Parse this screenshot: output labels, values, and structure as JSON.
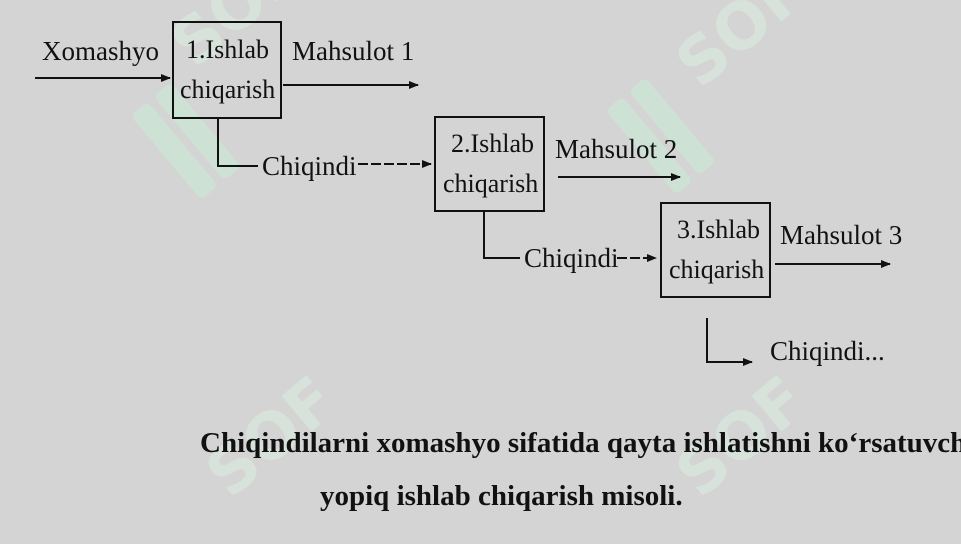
{
  "diagram": {
    "input_label": "Xomashyo",
    "steps": [
      {
        "line1": "1.Ishlab",
        "line2": "chiqarish",
        "product": "Mahsulot 1"
      },
      {
        "line1": "2.Ishlab",
        "line2": "chiqarish",
        "product": "Mahsulot 2"
      },
      {
        "line1": "3.Ishlab",
        "line2": "chiqarish",
        "product": "Mahsulot 3"
      }
    ],
    "waste_labels": [
      "Chiqindi",
      "Chiqindi",
      "Chiqindi..."
    ],
    "caption_line1": "Chiqindilarni xomashyo sifatida qayta ishlatishni ko‘rsatuvchi",
    "caption_line2": "yopiq ishlab chiqarish misoli."
  },
  "watermark": {
    "text": "SOF",
    "color": "#c7ecd6"
  }
}
